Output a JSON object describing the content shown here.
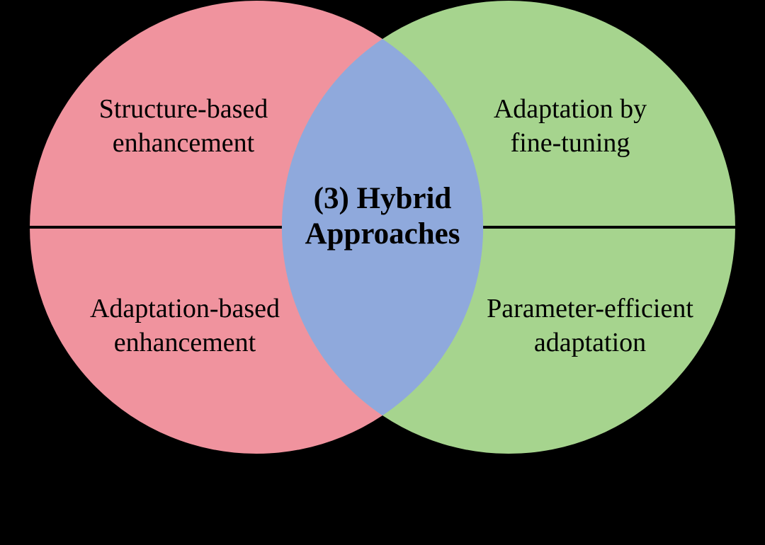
{
  "venn": {
    "background_color": "#000000",
    "text_color": "#000000",
    "left_circle": {
      "color": "#F0939E",
      "top_label": {
        "line1": "Structure-based",
        "line2": "enhancement"
      },
      "bottom_label": {
        "line1": "Adaptation-based",
        "line2": "enhancement"
      }
    },
    "right_circle": {
      "color": "#A6D48E",
      "top_label": {
        "line1": "Adaptation by",
        "line2": "fine-tuning"
      },
      "bottom_label": {
        "line1": "Parameter-efficient",
        "line2": "adaptation"
      }
    },
    "overlap": {
      "color": "#8FA9DC",
      "label": {
        "line1": "(3) Hybrid",
        "line2": "Approaches"
      }
    },
    "divider": {
      "color": "#000000"
    }
  }
}
